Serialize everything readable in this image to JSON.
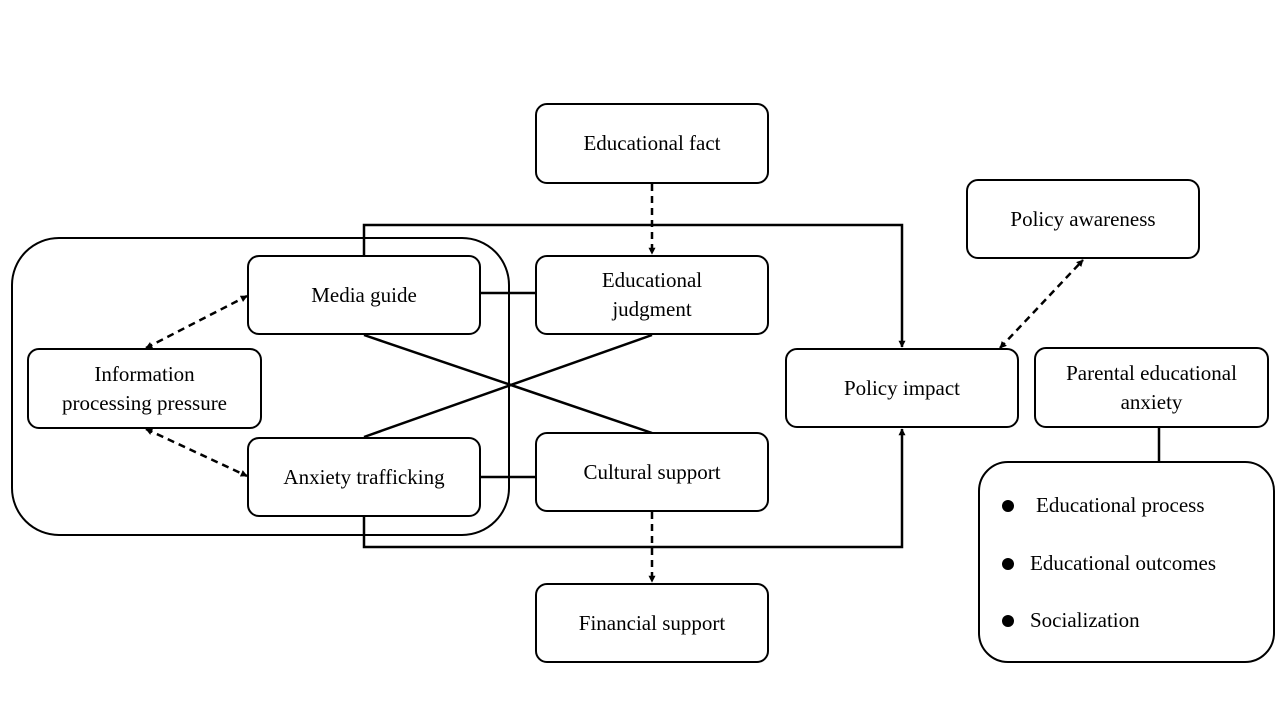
{
  "nodes": {
    "educational_fact": "Educational fact",
    "policy_awareness": "Policy awareness",
    "media_guide": "Media guide",
    "educational_judgment_1": "Educational",
    "educational_judgment_2": "judgment",
    "information_pressure_1": "Information",
    "information_pressure_2": "processing pressure",
    "policy_impact": "Policy impact",
    "parental_anxiety_1": "Parental educational",
    "parental_anxiety_2": "anxiety",
    "anxiety_trafficking": "Anxiety trafficking",
    "cultural_support": "Cultural support",
    "financial_support": "Financial support"
  },
  "anxiety_components": [
    "Educational process",
    "Educational outcomes",
    "Socialization"
  ]
}
